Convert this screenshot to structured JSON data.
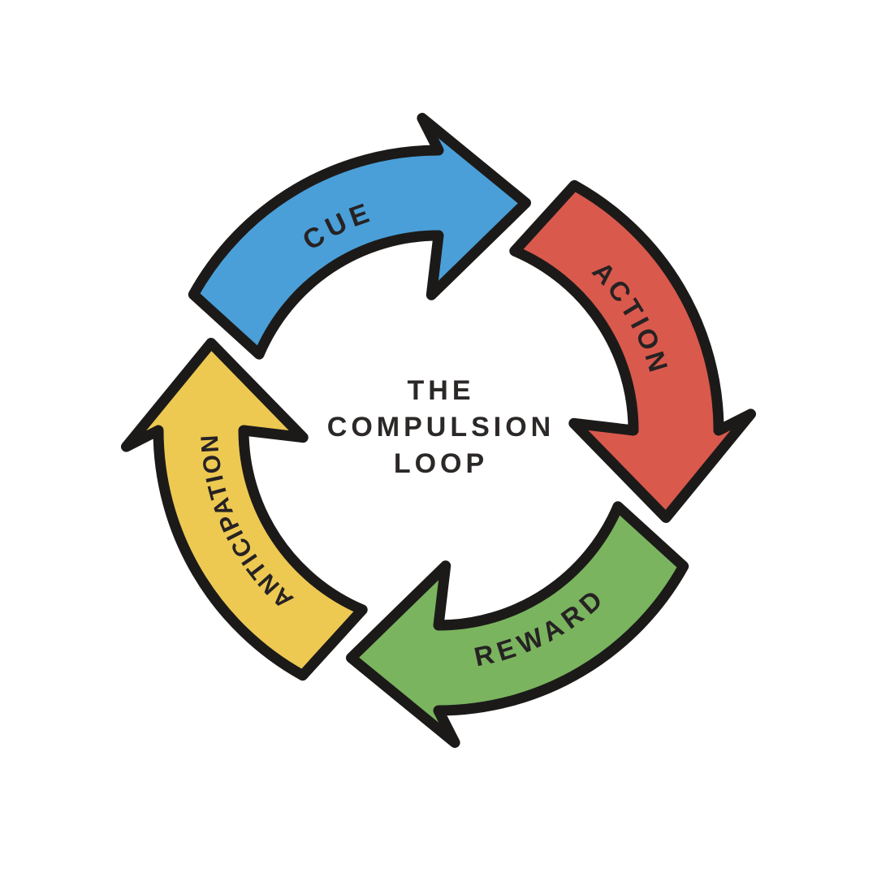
{
  "title": "The Compulsion Loop",
  "center": {
    "lines": [
      "THE",
      "COMPULSION",
      "LOOP"
    ]
  },
  "steps": [
    {
      "id": "cue",
      "label": "CUE",
      "color": "#4A9FD8",
      "position": "top"
    },
    {
      "id": "action",
      "label": "ACTION",
      "color": "#D9594D",
      "position": "right"
    },
    {
      "id": "reward",
      "label": "REWARD",
      "color": "#7AB45F",
      "position": "bottom"
    },
    {
      "id": "anticipation",
      "label": "ANTICIPATION",
      "color": "#EDC952",
      "position": "left"
    }
  ],
  "colors": {
    "outline": "#1C1A19",
    "label_text": "#262223",
    "center_text": "#2B2827",
    "background": "#FFFFFF"
  }
}
